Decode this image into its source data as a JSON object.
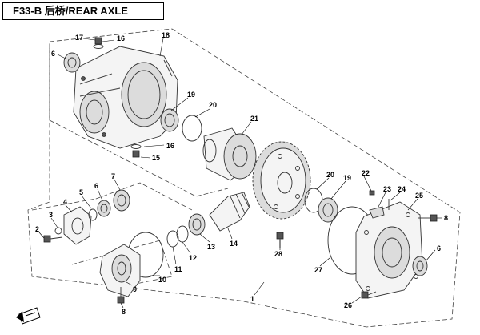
{
  "title": "F33-B 后桥/REAR AXLE",
  "labels": [
    {
      "id": "17",
      "text": "17"
    },
    {
      "id": "16a",
      "text": "16"
    },
    {
      "id": "18",
      "text": "18"
    },
    {
      "id": "6a",
      "text": "6"
    },
    {
      "id": "19a",
      "text": "19"
    },
    {
      "id": "20a",
      "text": "20"
    },
    {
      "id": "21",
      "text": "21"
    },
    {
      "id": "16b",
      "text": "16"
    },
    {
      "id": "15",
      "text": "15"
    },
    {
      "id": "7",
      "text": "7"
    },
    {
      "id": "6b",
      "text": "6"
    },
    {
      "id": "5",
      "text": "5"
    },
    {
      "id": "4",
      "text": "4"
    },
    {
      "id": "3",
      "text": "3"
    },
    {
      "id": "2",
      "text": "2"
    },
    {
      "id": "20b",
      "text": "20"
    },
    {
      "id": "19b",
      "text": "19"
    },
    {
      "id": "22",
      "text": "22"
    },
    {
      "id": "23",
      "text": "23"
    },
    {
      "id": "24",
      "text": "24"
    },
    {
      "id": "25",
      "text": "25"
    },
    {
      "id": "8a",
      "text": "8"
    },
    {
      "id": "14",
      "text": "14"
    },
    {
      "id": "28",
      "text": "28"
    },
    {
      "id": "13",
      "text": "13"
    },
    {
      "id": "12",
      "text": "12"
    },
    {
      "id": "11",
      "text": "11"
    },
    {
      "id": "10",
      "text": "10"
    },
    {
      "id": "9",
      "text": "9"
    },
    {
      "id": "27",
      "text": "27"
    },
    {
      "id": "6c",
      "text": "6"
    },
    {
      "id": "1",
      "text": "1"
    },
    {
      "id": "8b",
      "text": "8"
    },
    {
      "id": "26",
      "text": "26"
    }
  ],
  "colors": {
    "line": "#333333",
    "fill": "#f4f4f4"
  },
  "icons": [
    "front-direction-arrow-icon"
  ]
}
